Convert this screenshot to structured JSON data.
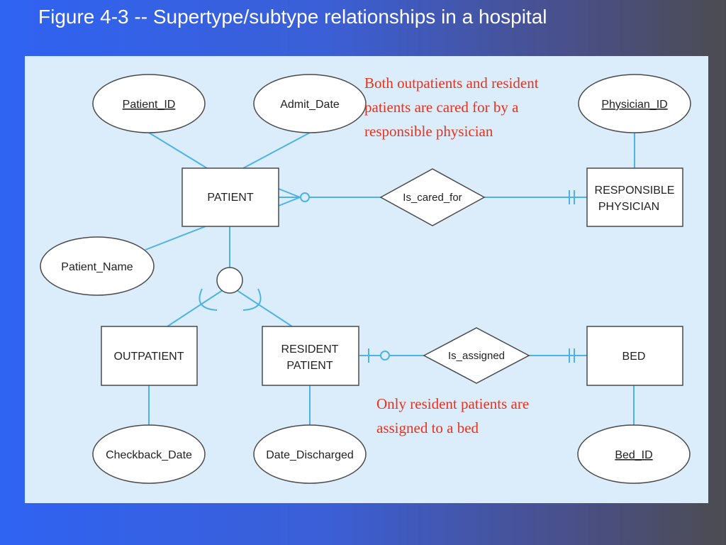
{
  "slide": {
    "title": "Figure 4-3 -- Supertype/subtype relationships in a hospital"
  },
  "diagram": {
    "entities": {
      "patient": "PATIENT",
      "responsible_physician": [
        "RESPONSIBLE",
        "PHYSICIAN"
      ],
      "outpatient": "OUTPATIENT",
      "resident_patient": [
        "RESIDENT",
        "PATIENT"
      ],
      "bed": "BED"
    },
    "attributes": {
      "patient_id": "Patient_ID",
      "admit_date": "Admit_Date",
      "patient_name": "Patient_Name",
      "physician_id": "Physician_ID",
      "checkback_date": "Checkback_Date",
      "date_discharged": "Date_Discharged",
      "bed_id": "Bed_ID"
    },
    "relationships": {
      "is_cared_for": "Is_cared_for",
      "is_assigned": "Is_assigned"
    },
    "notes": {
      "cared_for": [
        "Both outpatients and resident",
        "patients are cared for by a",
        "responsible physician"
      ],
      "assigned": [
        "Only resident patients are",
        "assigned to a bed"
      ]
    },
    "colors": {
      "line": "#4db3e6",
      "panel": "#dbecfa",
      "note": "#e8321e"
    }
  }
}
